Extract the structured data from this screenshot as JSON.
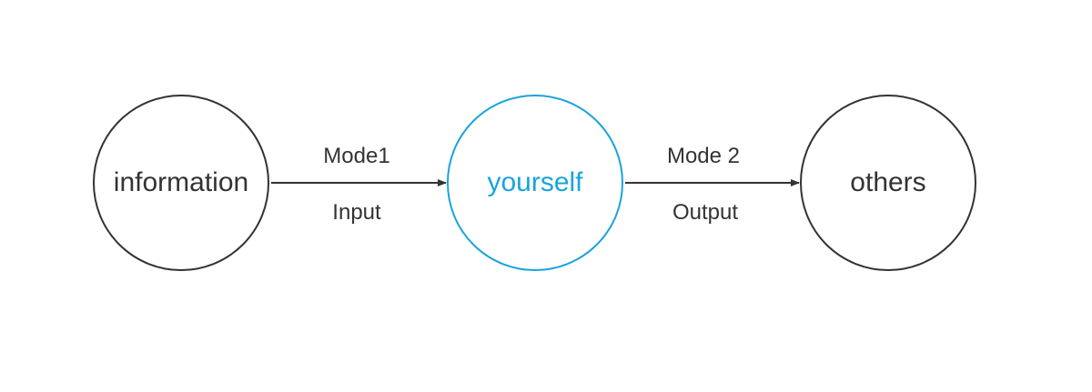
{
  "nodes": {
    "information": {
      "label": "information"
    },
    "yourself": {
      "label": "yourself"
    },
    "others": {
      "label": "others"
    }
  },
  "edges": [
    {
      "from": "information",
      "to": "yourself",
      "top_label": "Mode1",
      "bottom_label": "Input"
    },
    {
      "from": "yourself",
      "to": "others",
      "top_label": "Mode 2",
      "bottom_label": "Output"
    }
  ],
  "colors": {
    "default": "#333333",
    "highlight": "#1aa3dd",
    "background": "#ffffff"
  }
}
